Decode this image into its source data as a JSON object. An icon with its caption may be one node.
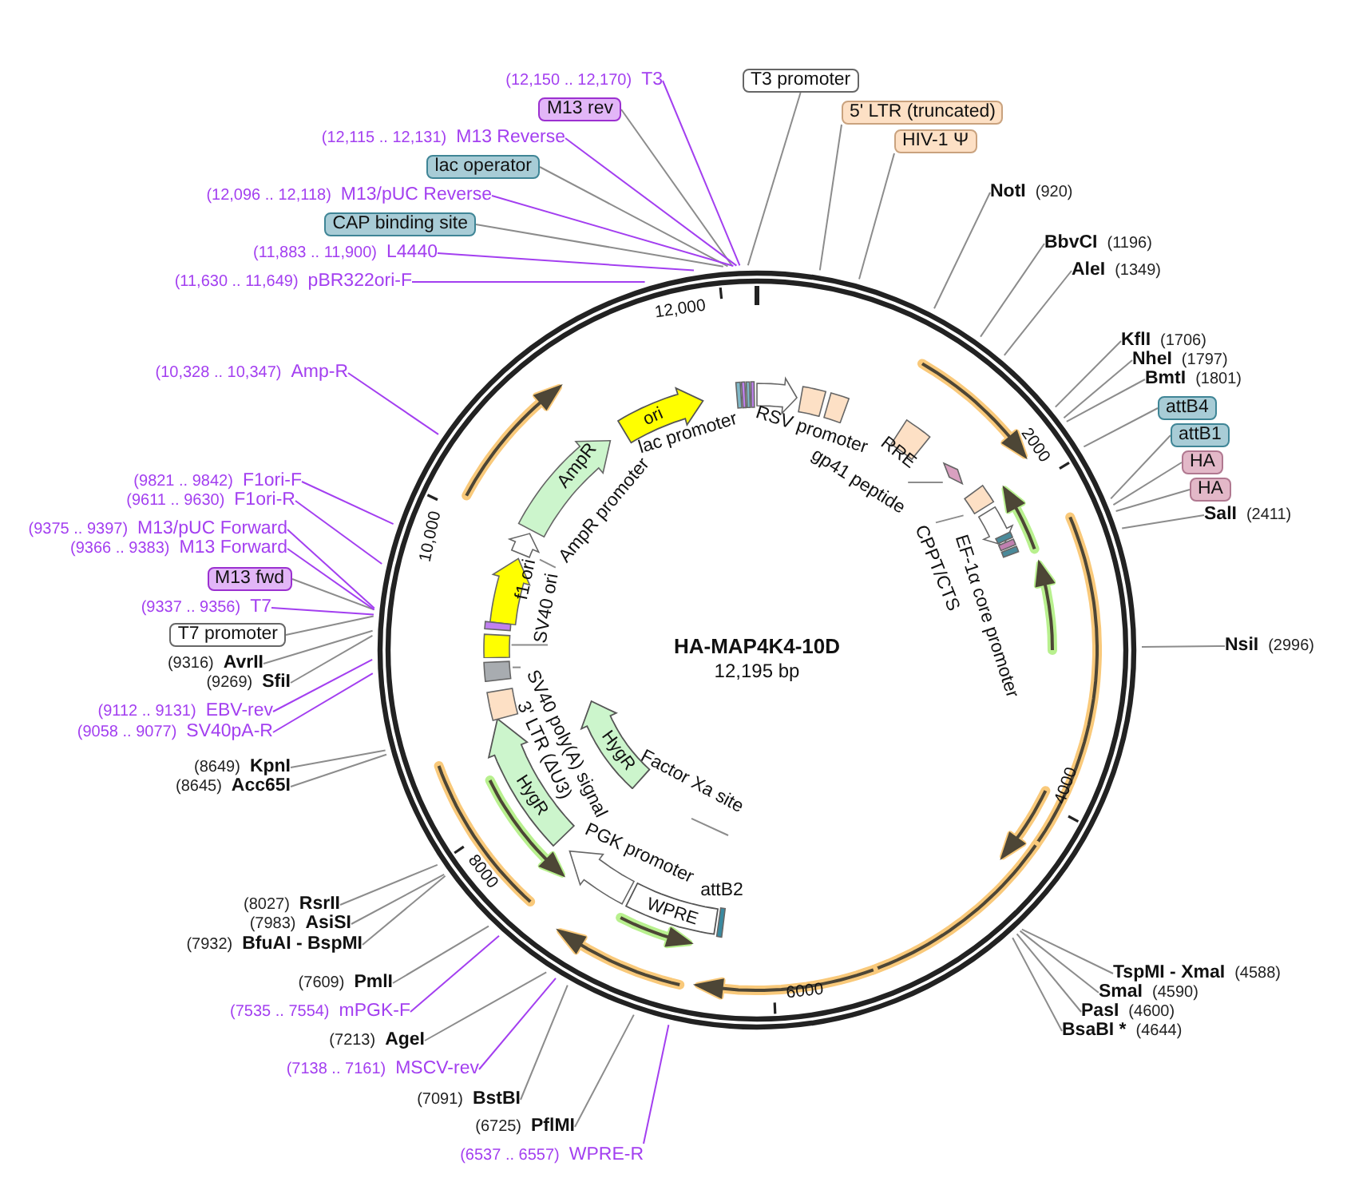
{
  "diagram": {
    "title": "HA-MAP4K4-10D",
    "caption": "12,195 bp",
    "nodes": [
      {
        "text": [
          "(12,150 .. 12,170)",
          "T3"
        ]
      },
      {
        "text": [
          "M13 rev"
        ]
      },
      {
        "text": [
          "(12,115 .. 12,131)",
          "M13 Reverse"
        ]
      },
      {
        "text": [
          "lac operator"
        ]
      },
      {
        "text": [
          "(12,096 .. 12,118)",
          "M13/pUC Reverse"
        ]
      },
      {
        "text": [
          "CAP binding site"
        ]
      },
      {
        "text": [
          "(11,883 .. 11,900)",
          "L4440"
        ]
      },
      {
        "text": [
          "(11,630 .. 11,649)",
          "pBR322ori-F"
        ]
      },
      {
        "text": [
          "T3 promoter"
        ]
      },
      {
        "text": [
          "5' LTR (truncated)"
        ]
      },
      {
        "text": [
          "HIV-1 Ψ"
        ]
      },
      {
        "text": [
          "NotI",
          "(920)"
        ]
      },
      {
        "text": [
          "BbvCI",
          "(1196)"
        ]
      },
      {
        "text": [
          "AleI",
          "(1349)"
        ]
      },
      {
        "text": [
          "KflI",
          "(1706)"
        ]
      },
      {
        "text": [
          "NheI",
          "(1797)"
        ]
      },
      {
        "text": [
          "BmtI",
          "(1801)"
        ]
      },
      {
        "text": [
          "attB4"
        ]
      },
      {
        "text": [
          "attB1"
        ]
      },
      {
        "text": [
          "HA"
        ]
      },
      {
        "text": [
          "HA"
        ]
      },
      {
        "text": [
          "SalI",
          "(2411)"
        ]
      },
      {
        "text": [
          "NsiI",
          "(2996)"
        ]
      },
      {
        "text": [
          "TspMI - XmaI",
          "(4588)"
        ]
      },
      {
        "text": [
          "SmaI",
          "(4590)"
        ]
      },
      {
        "text": [
          "PasI",
          "(4600)"
        ]
      },
      {
        "text": [
          "BsaBI *",
          "(4644)"
        ]
      },
      {
        "text": [
          "(6537 .. 6557)",
          "WPRE-R"
        ]
      },
      {
        "text": [
          "(6725)",
          "PflMI"
        ]
      },
      {
        "text": [
          "(7091)",
          "BstBI"
        ]
      },
      {
        "text": [
          "(7138 .. 7161)",
          "MSCV-rev"
        ]
      },
      {
        "text": [
          "(7213)",
          "AgeI"
        ]
      },
      {
        "text": [
          "(7535 .. 7554)",
          "mPGK-F"
        ]
      },
      {
        "text": [
          "(7609)",
          "PmlI"
        ]
      },
      {
        "text": [
          "(7932)",
          "BfuAI - BspMI"
        ]
      },
      {
        "text": [
          "(7983)",
          "AsiSI"
        ]
      },
      {
        "text": [
          "(8027)",
          "RsrII"
        ]
      },
      {
        "text": [
          "(8645)",
          "Acc65I"
        ]
      },
      {
        "text": [
          "(8649)",
          "KpnI"
        ]
      },
      {
        "text": [
          "(9058 .. 9077)",
          "SV40pA-R"
        ]
      },
      {
        "text": [
          "(9112 .. 9131)",
          "EBV-rev"
        ]
      },
      {
        "text": [
          "(9269)",
          "SfiI"
        ]
      },
      {
        "text": [
          "(9316)",
          "AvrII"
        ]
      },
      {
        "text": [
          "T7 promoter"
        ]
      },
      {
        "text": [
          "(9337 .. 9356)",
          "T7"
        ]
      },
      {
        "text": [
          "M13 fwd"
        ]
      },
      {
        "text": [
          "(9366 .. 9383)",
          "M13 Forward"
        ]
      },
      {
        "text": [
          "(9375 .. 9397)",
          "M13/pUC Forward"
        ]
      },
      {
        "text": [
          "(9611 .. 9630)",
          "F1ori-R"
        ]
      },
      {
        "text": [
          "(9821 .. 9842)",
          "F1ori-F"
        ]
      },
      {
        "text": [
          "(10,328 .. 10,347)",
          "Amp-R"
        ]
      },
      {
        "text": [
          "ori"
        ]
      },
      {
        "text": [
          "HygR"
        ]
      },
      {
        "text": [
          "HygR"
        ]
      },
      {
        "text": [
          "WPRE"
        ]
      },
      {
        "text": [
          "gp41 peptide"
        ]
      },
      {
        "text": [
          "CPPT/CTS"
        ]
      },
      {
        "text": [
          "SV40 ori"
        ]
      },
      {
        "text": [
          "SV40 poly(A) signal"
        ]
      },
      {
        "text": [
          "AmpR promoter"
        ]
      },
      {
        "text": [
          "Factor Xa site"
        ]
      },
      {
        "text": [],
        "shape": "diamond"
      },
      {
        "text": [],
        "shape": "box"
      },
      {
        "text": [],
        "shape": "box"
      },
      {
        "text": [],
        "shape": "box"
      },
      {
        "text": [],
        "shape": "arrow"
      },
      {
        "text": [],
        "shape": "box"
      },
      {
        "text": [],
        "shape": "box"
      },
      {
        "text": [],
        "shape": "box"
      },
      {
        "text": [],
        "shape": "box"
      }
    ],
    "edges": [
      {
        "from": 0,
        "to": null,
        "arrow": "none",
        "color": "#a33ff0"
      },
      {
        "from": 1,
        "to": null,
        "arrow": "none"
      },
      {
        "from": 2,
        "to": null,
        "arrow": "none",
        "color": "#a33ff0"
      },
      {
        "from": 3,
        "to": null,
        "arrow": "none"
      },
      {
        "from": 4,
        "to": null,
        "arrow": "none",
        "color": "#a33ff0"
      },
      {
        "from": 5,
        "to": null,
        "arrow": "none"
      },
      {
        "from": 6,
        "to": null,
        "arrow": "none",
        "color": "#a33ff0"
      },
      {
        "from": 7,
        "to": null,
        "arrow": "none",
        "color": "#a33ff0"
      },
      {
        "from": 8,
        "to": null,
        "arrow": "none"
      },
      {
        "from": 9,
        "to": null,
        "arrow": "none"
      },
      {
        "from": 10,
        "to": null,
        "arrow": "none"
      },
      {
        "from": 11,
        "to": null,
        "arrow": "none"
      },
      {
        "from": 12,
        "to": null,
        "arrow": "none"
      },
      {
        "from": 13,
        "to": null,
        "arrow": "none"
      },
      {
        "from": 14,
        "to": null,
        "arrow": "none"
      },
      {
        "from": 15,
        "to": null,
        "arrow": "none"
      },
      {
        "from": 16,
        "to": null,
        "arrow": "none"
      },
      {
        "from": 17,
        "to": null,
        "arrow": "none"
      },
      {
        "from": 18,
        "to": null,
        "arrow": "none"
      },
      {
        "from": 19,
        "to": null,
        "arrow": "none"
      },
      {
        "from": 20,
        "to": null,
        "arrow": "none"
      },
      {
        "from": 21,
        "to": null,
        "arrow": "none"
      },
      {
        "from": 22,
        "to": null,
        "arrow": "none"
      },
      {
        "from": 23,
        "to": null,
        "arrow": "none"
      },
      {
        "from": 24,
        "to": null,
        "arrow": "none"
      },
      {
        "from": 25,
        "to": null,
        "arrow": "none"
      },
      {
        "from": 26,
        "to": null,
        "arrow": "none"
      },
      {
        "from": 27,
        "to": null,
        "arrow": "none",
        "color": "#a33ff0"
      },
      {
        "from": 28,
        "to": null,
        "arrow": "none"
      },
      {
        "from": 29,
        "to": null,
        "arrow": "none"
      },
      {
        "from": 30,
        "to": null,
        "arrow": "none",
        "color": "#a33ff0"
      },
      {
        "from": 31,
        "to": null,
        "arrow": "none"
      },
      {
        "from": 32,
        "to": null,
        "arrow": "none",
        "color": "#a33ff0"
      },
      {
        "from": 33,
        "to": null,
        "arrow": "none"
      },
      {
        "from": 34,
        "to": null,
        "arrow": "none"
      },
      {
        "from": 35,
        "to": null,
        "arrow": "none"
      },
      {
        "from": 36,
        "to": null,
        "arrow": "none"
      },
      {
        "from": 37,
        "to": null,
        "arrow": "none"
      },
      {
        "from": 38,
        "to": null,
        "arrow": "none"
      },
      {
        "from": 39,
        "to": null,
        "arrow": "none",
        "color": "#a33ff0"
      },
      {
        "from": 40,
        "to": null,
        "arrow": "none",
        "color": "#a33ff0"
      },
      {
        "from": 41,
        "to": null,
        "arrow": "none"
      },
      {
        "from": 42,
        "to": null,
        "arrow": "none"
      },
      {
        "from": 43,
        "to": null,
        "arrow": "none"
      },
      {
        "from": 44,
        "to": null,
        "arrow": "none",
        "color": "#a33ff0"
      },
      {
        "from": 45,
        "to": null,
        "arrow": "none"
      },
      {
        "from": 46,
        "to": null,
        "arrow": "none",
        "color": "#a33ff0"
      },
      {
        "from": 47,
        "to": null,
        "arrow": "none",
        "color": "#a33ff0"
      },
      {
        "from": 48,
        "to": null,
        "arrow": "none",
        "color": "#a33ff0"
      },
      {
        "from": 49,
        "to": null,
        "arrow": "none",
        "color": "#a33ff0"
      },
      {
        "from": 50,
        "to": null,
        "arrow": "none",
        "color": "#a33ff0"
      },
      {
        "from": 55,
        "to": 61,
        "arrow": "none"
      },
      {
        "from": 56,
        "to": 62,
        "arrow": "none"
      },
      {
        "from": 57,
        "to": 63,
        "arrow": "none"
      },
      {
        "from": 58,
        "to": 64,
        "arrow": "none"
      },
      {
        "from": 59,
        "to": 65,
        "arrow": "none"
      },
      {
        "from": 60,
        "to": null,
        "arrow": "none"
      }
    ],
    "labels": [
      "12,000",
      "2000",
      "4000",
      "6000",
      "8000",
      "10,000",
      "lac promoter",
      "RSV promoter",
      "RRE",
      "EF-1α core promoter",
      "f1 ori",
      "AmpR",
      "3' LTR (ΔU3)",
      "PGK promoter",
      "attB2"
    ]
  }
}
